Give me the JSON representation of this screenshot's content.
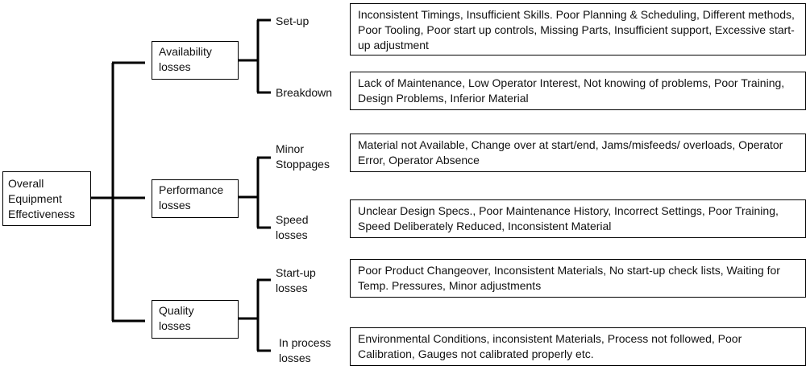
{
  "root": {
    "label": "Overall\nEquipment\nEffectiveness"
  },
  "categories": [
    {
      "label": "Availability\nlosses"
    },
    {
      "label": "Performance\nlosses"
    },
    {
      "label": "Quality\nlosses"
    }
  ],
  "subcategories": [
    {
      "label": "Set-up",
      "causes": "Inconsistent Timings, Insufficient Skills. Poor Planning & Scheduling, Different methods, Poor Tooling, Poor start up controls, Missing Parts, Insufficient support, Excessive start-up adjustment"
    },
    {
      "label": "Breakdown",
      "causes": "Lack of Maintenance, Low Operator Interest, Not knowing of problems, Poor Training, Design Problems, Inferior Material"
    },
    {
      "label": "Minor\nStoppages",
      "causes": "Material not Available, Change over at start/end, Jams/misfeeds/ overloads, Operator Error, Operator Absence"
    },
    {
      "label": "Speed\nlosses",
      "causes": "Unclear Design Specs., Poor Maintenance History, Incorrect Settings, Poor Training, Speed Deliberately Reduced, Inconsistent Material"
    },
    {
      "label": "Start-up\nlosses",
      "causes": "Poor Product Changeover, Inconsistent Materials, No start-up check lists, Waiting for Temp.  Pressures, Minor adjustments"
    },
    {
      "label": "In process\nlosses",
      "causes": "Environmental Conditions, inconsistent Materials,  Process not followed, Poor Calibration, Gauges not calibrated properly etc."
    }
  ]
}
